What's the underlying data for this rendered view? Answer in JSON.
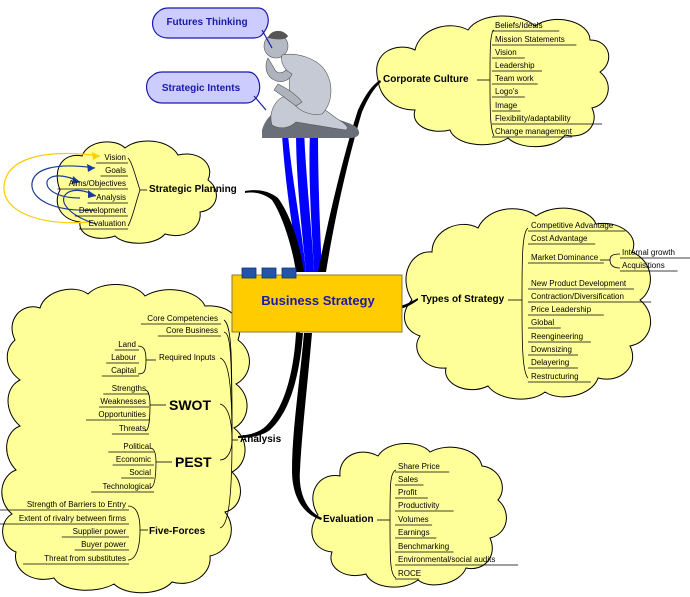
{
  "center": "Business Strategy",
  "pills": {
    "futures": "Futures Thinking",
    "intents": "Strategic Intents"
  },
  "culture": {
    "hub": "Corporate Culture",
    "items": [
      "Beliefs/Ideals",
      "Mission Statements",
      "Vision",
      "Leadership",
      "Team work",
      "Logo's",
      "Image",
      "Flexibility/adaptability",
      "Change management"
    ]
  },
  "planning": {
    "hub": "Strategic Planning",
    "items": [
      "Vision",
      "Goals",
      "Aims/Objectives",
      "Analysis",
      "Development",
      "Evaluation"
    ]
  },
  "types": {
    "hub": "Types of Strategy",
    "items": [
      "Competitive Advantage",
      "Cost Advantage",
      "Market Dominance",
      "New Product Development",
      "Contraction/Diversification",
      "Price Leadership",
      "Global",
      "Reengineering",
      "Downsizing",
      "Delayering",
      "Restructuring"
    ],
    "sub": [
      "Internal growth",
      "Acquisitions"
    ]
  },
  "analysis": {
    "hub": "Analysis",
    "core": [
      "Core Competencies",
      "Core Business"
    ],
    "inputs_label": "Required Inputs",
    "inputs": [
      "Land",
      "Labour",
      "Capital"
    ],
    "swot_label": "SWOT",
    "swot": [
      "Strengths",
      "Weaknesses",
      "Opportunities",
      "Threats"
    ],
    "pest_label": "PEST",
    "pest": [
      "Political",
      "Economic",
      "Social",
      "Technological"
    ],
    "forces_label": "Five-Forces",
    "forces": [
      "Strength of Barriers to Entry",
      "Extent of rivalry between firms",
      "Supplier power",
      "Buyer power",
      "Threat from substitutes"
    ]
  },
  "evaluation": {
    "hub": "Evaluation",
    "items": [
      "Share Price",
      "Sales",
      "Profit",
      "Productivity",
      "Volumes",
      "Earnings",
      "Benchmarking",
      "Environmental/social audits",
      "ROCE"
    ]
  },
  "colors": {
    "cloud": "#ffff99",
    "center_box": "#ffcc00",
    "pill": "#ccccff",
    "blue_branch": "#0000ff",
    "arrow": "#ffcc00",
    "arrow_dark": "#1a3a9a"
  }
}
